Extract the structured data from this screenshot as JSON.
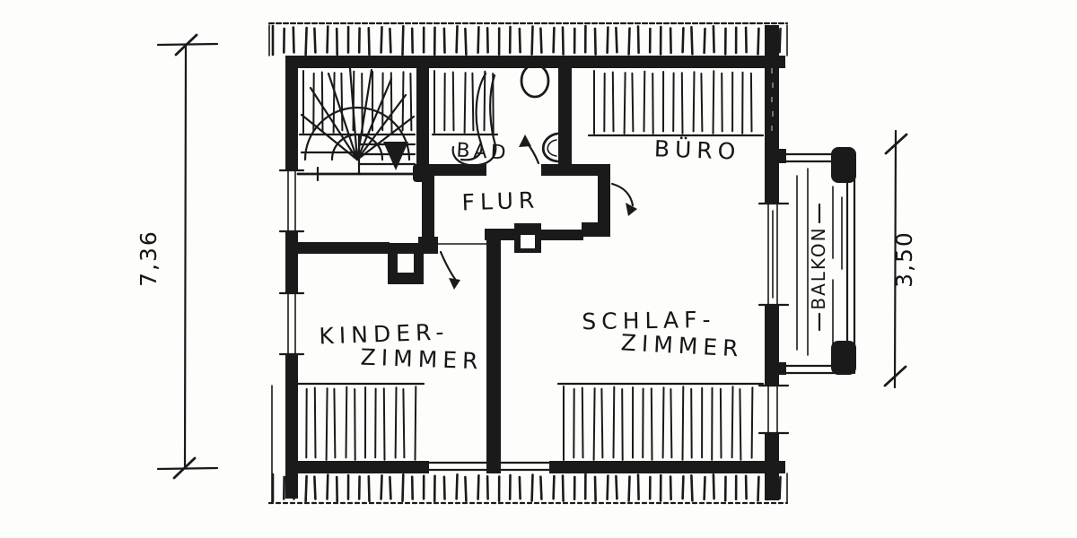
{
  "plan": {
    "paper_color": "#fdfdfb",
    "ink_color": "#1a1a1a",
    "rooms": {
      "bad": {
        "label": "BAD"
      },
      "buero": {
        "label": "BÜRO"
      },
      "flur": {
        "label": "FLUR"
      },
      "kinderzimmer": {
        "label_line1": "KINDER-",
        "label_line2": "ZIMMER"
      },
      "schlafzimmer": {
        "label_line1": "SCHLAF-",
        "label_line2": "ZIMMER"
      },
      "balkon": {
        "label": "BALKON"
      }
    },
    "dimensions": {
      "left_height": "7,36",
      "balcony_length": "3,50"
    }
  }
}
